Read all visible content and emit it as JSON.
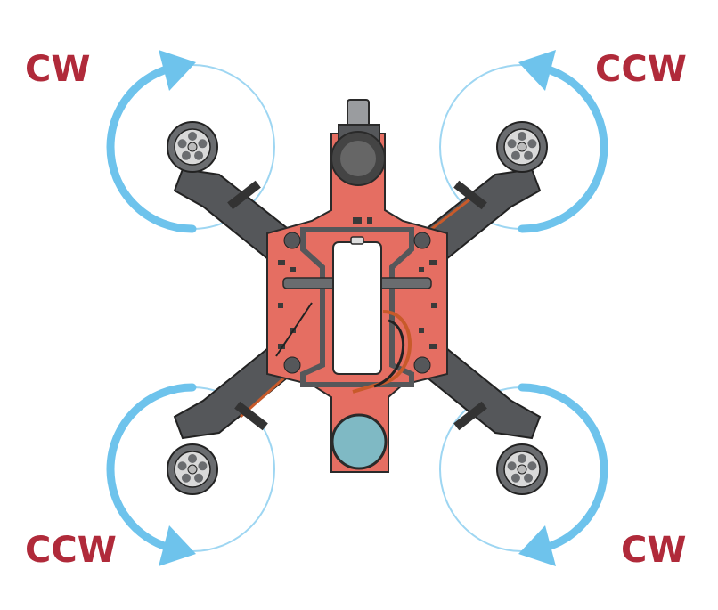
{
  "colors": {
    "label": "#B02A3A",
    "arrow": "#6EC3EC",
    "circle": "#9ED6F2",
    "pcb": "#E56E62",
    "pcb_outline": "#2A2A2A",
    "arm": "#55575A",
    "motor": "#6A6C6F",
    "battery": "#FFFFFF",
    "buzzer": "#7FB9C4",
    "wire_orange": "#C85A2A"
  },
  "rotation_labels": {
    "front_left": "CW",
    "front_right": "CCW",
    "rear_left": "CCW",
    "rear_right": "CW"
  },
  "icons": {
    "arrows": "curved-rotation-arrow-icon",
    "motors": "brushless-motor-icon",
    "camera": "fpv-camera-icon"
  }
}
